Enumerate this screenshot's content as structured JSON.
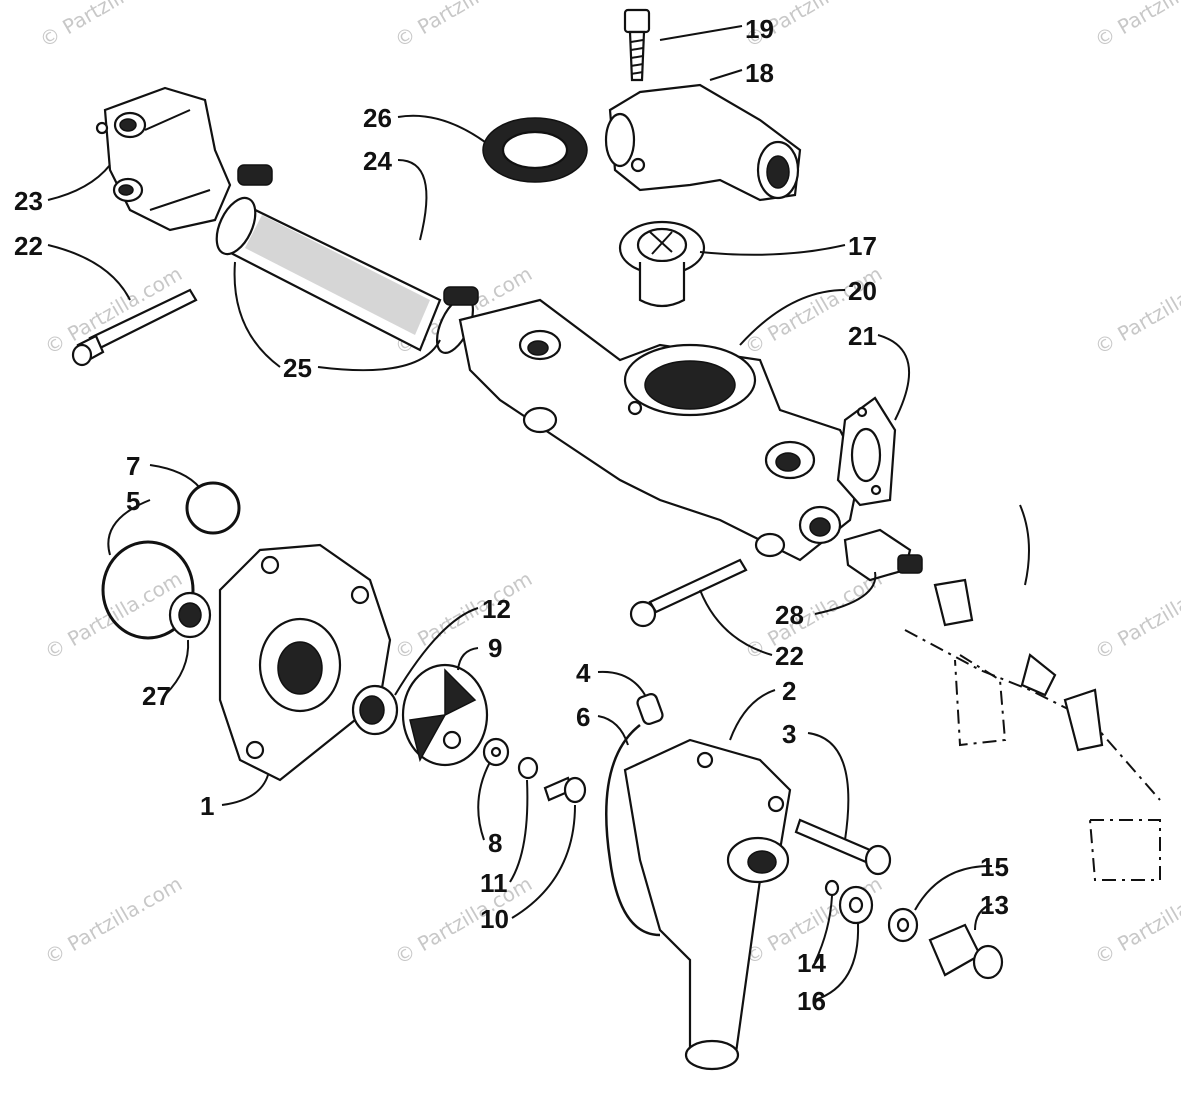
{
  "watermark": "© Partzilla.com",
  "labels": {
    "p1": "1",
    "p2": "2",
    "p3": "3",
    "p4": "4",
    "p5": "5",
    "p6": "6",
    "p7": "7",
    "p8": "8",
    "p9": "9",
    "p10": "10",
    "p11": "11",
    "p12": "12",
    "p13": "13",
    "p14": "14",
    "p15": "15",
    "p16": "16",
    "p17": "17",
    "p18": "18",
    "p19": "19",
    "p20": "20",
    "p21": "21",
    "p22a": "22",
    "p22b": "22",
    "p23": "23",
    "p24": "24",
    "p25": "25",
    "p26": "26",
    "p27": "27",
    "p28": "28"
  }
}
